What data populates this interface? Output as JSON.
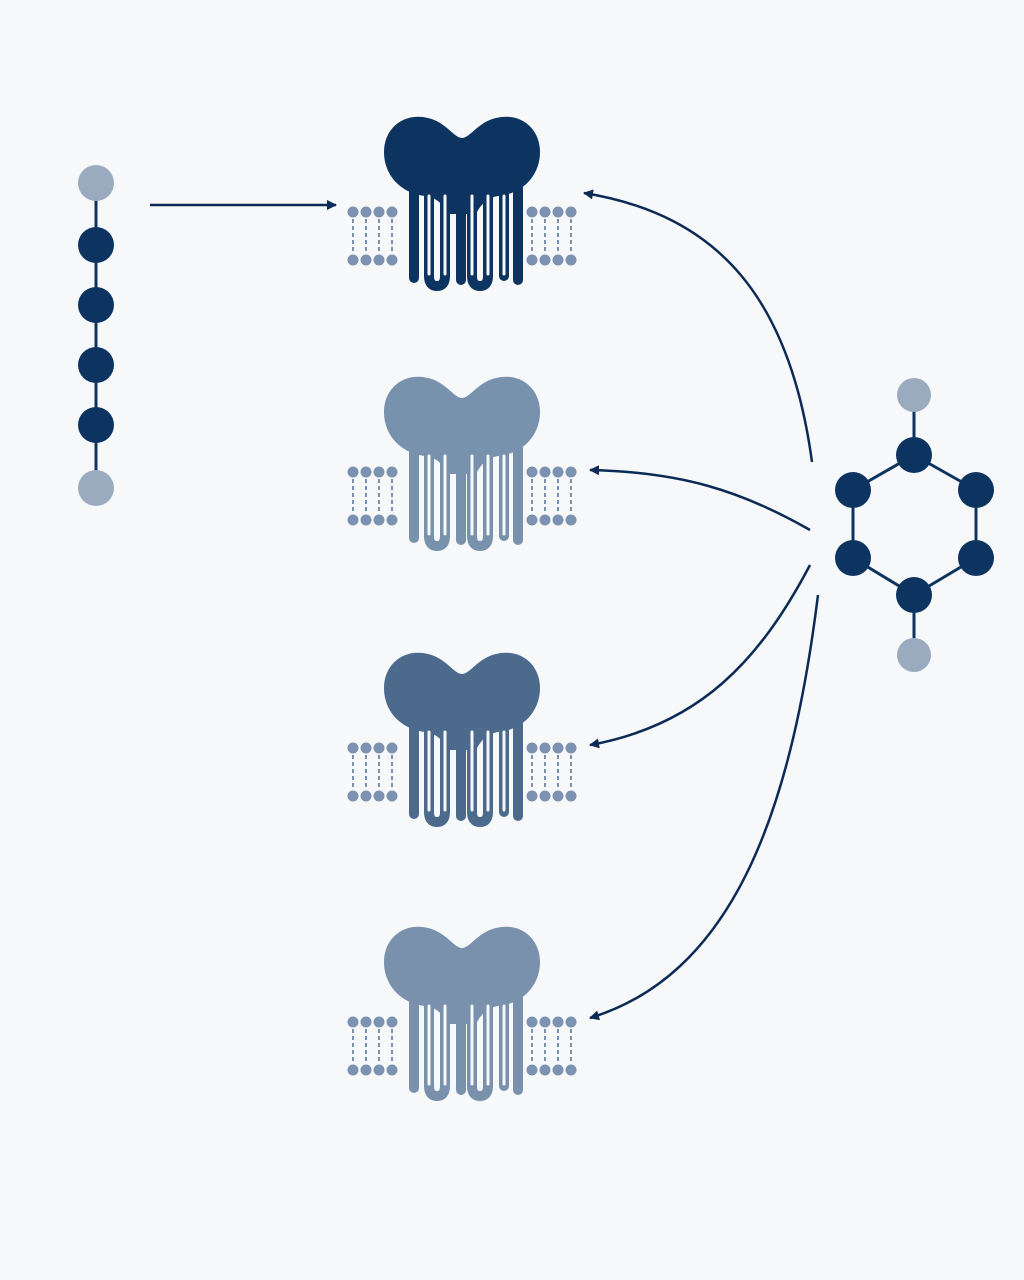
{
  "palette": {
    "background": "#f7f8fa",
    "arrow": "#0b2a55",
    "ligand_terminal": "#9aabbf",
    "ligand_node": "#0d3461"
  },
  "ligands": {
    "peptide": {
      "name": "peptide-ligand-icon",
      "nodes": 6,
      "terminal_color": "#9aabbf",
      "node_color": "#0d3461"
    },
    "small_molecule": {
      "name": "ring-ligand-icon",
      "ring_atoms": 6,
      "terminal_color": "#9aabbf",
      "node_color": "#0d3461"
    }
  },
  "receptors": [
    {
      "name": "receptor-1",
      "color": "#0d3461",
      "membrane_color": "#7b93b0"
    },
    {
      "name": "receptor-2",
      "color": "#7892ad",
      "membrane_color": "#7b93b0"
    },
    {
      "name": "receptor-3",
      "color": "#4b6a8c",
      "membrane_color": "#7b93b0"
    },
    {
      "name": "receptor-4",
      "color": "#7a91ae",
      "membrane_color": "#7b93b0"
    }
  ],
  "connections": [
    {
      "from": "peptide-ligand",
      "to": "receptor-1"
    },
    {
      "from": "ring-ligand",
      "to": "receptor-1"
    },
    {
      "from": "ring-ligand",
      "to": "receptor-2"
    },
    {
      "from": "ring-ligand",
      "to": "receptor-3"
    },
    {
      "from": "ring-ligand",
      "to": "receptor-4"
    }
  ]
}
